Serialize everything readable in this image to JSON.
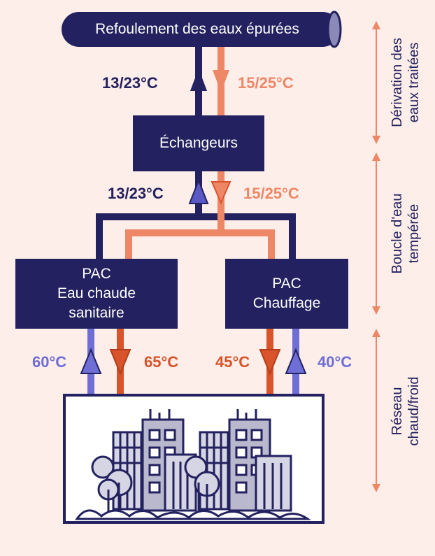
{
  "nodes": {
    "outfall": "Refoulement des eaux épurées",
    "exchangers": "Échangeurs",
    "pac_ecs": [
      "PAC",
      "Eau chaude",
      "sanitaire"
    ],
    "pac_heating": [
      "PAC",
      "Chauffage"
    ]
  },
  "temperatures": {
    "top_left": "13/23°C",
    "top_right": "15/25°C",
    "mid_left": "13/23°C",
    "mid_right": "15/25°C",
    "ecs_return": "60°C",
    "ecs_supply": "65°C",
    "heating_supply": "45°C",
    "heating_return": "40°C"
  },
  "sections": {
    "derivation": [
      "Dérivation des",
      "eaux traitées"
    ],
    "loop": [
      "Boucle d'eau",
      "tempérée"
    ],
    "network": [
      "Réseau",
      "chaud/froid"
    ]
  },
  "colors": {
    "background": "#fdeee9",
    "navy": "#23215f",
    "salmon": "#ee8766",
    "orange_red": "#d9532b",
    "lavender": "#6e6ed6",
    "building_fill": "#b9b8cc",
    "arrow_axis": "#ee8766"
  }
}
